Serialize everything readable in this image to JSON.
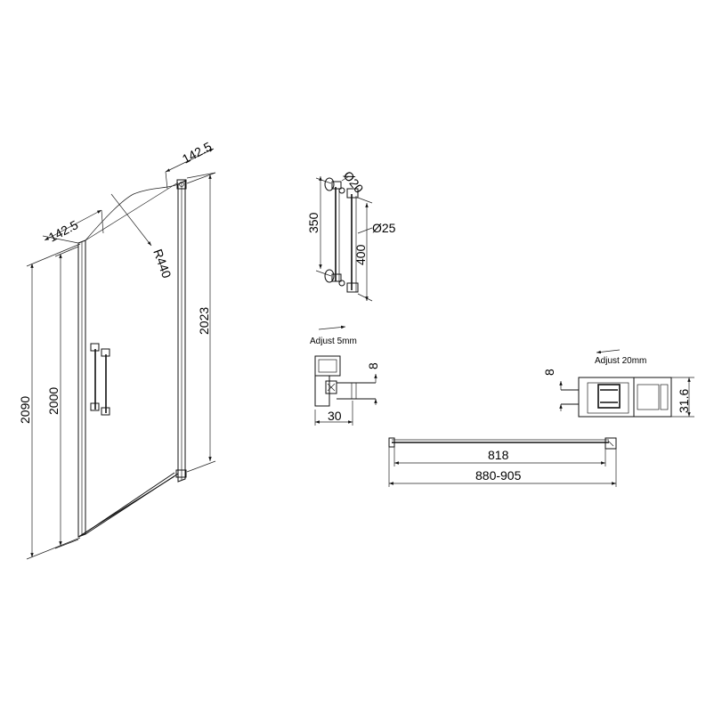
{
  "door_view": {
    "dims": {
      "top_left_offset": "142.5",
      "top_right_offset": "142.5",
      "radius": "R440",
      "height_total": "2090",
      "height_panel": "2000",
      "height_fixed": "2023"
    }
  },
  "handle_view": {
    "dims": {
      "handle_length": "350",
      "handle_centers": "400",
      "bar_diameter": "Ø25",
      "post_diameter": "Ø20"
    }
  },
  "left_profile": {
    "adjust_label": "Adjust 5mm",
    "width": "30",
    "height": "8"
  },
  "right_profile": {
    "adjust_label": "Adjust 20mm",
    "height_small": "8",
    "height": "31.6"
  },
  "bottom_view": {
    "inner_width": "818",
    "outer_width": "880-905"
  },
  "colors": {
    "line": "#111111",
    "background": "#ffffff"
  }
}
